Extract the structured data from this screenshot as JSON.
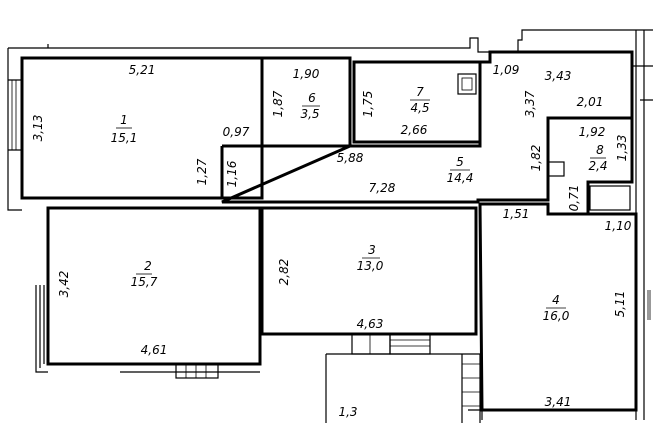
{
  "rooms": [
    {
      "id": "1",
      "number": "1",
      "area": "15,1"
    },
    {
      "id": "2",
      "number": "2",
      "area": "15,7"
    },
    {
      "id": "3",
      "number": "3",
      "area": "13,0"
    },
    {
      "id": "4",
      "number": "4",
      "area": "16,0"
    },
    {
      "id": "5",
      "number": "5",
      "area": "14,4"
    },
    {
      "id": "6",
      "number": "6",
      "area": "3,5"
    },
    {
      "id": "7",
      "number": "7",
      "area": "4,5"
    },
    {
      "id": "8",
      "number": "8",
      "area": "2,4"
    }
  ],
  "dimensions": {
    "r1_width": "5,21",
    "r1_height": "3,13",
    "r1_notch_w": "0,97",
    "r1_notch_h": "1,27",
    "r6_width": "1,90",
    "r6_height": "1,87",
    "r7_height": "1,75",
    "r7_width": "2,66",
    "r5_upper": "1,09",
    "r5_top": "3,43",
    "r5_side": "3,37",
    "r5_inner": "2,01",
    "r5_corridor_len": "5,88",
    "r5_corridor_w": "1,16",
    "r5_bottom": "7,28",
    "r5_right_h": "1,82",
    "r8_width": "1,92",
    "r8_height": "1,33",
    "r8_step": "0,71",
    "r4_top": "1,51",
    "r4_notch": "1,10",
    "r4_height": "5,11",
    "r4_width": "3,41",
    "r2_height": "3,42",
    "r2_width": "4,61",
    "r3_height": "2,82",
    "r3_width": "4,63",
    "stair_area": "1,3"
  }
}
